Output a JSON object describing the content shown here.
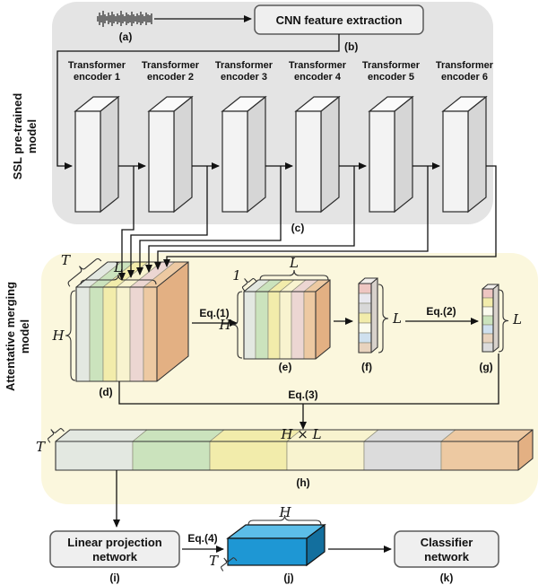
{
  "colors": {
    "ssl_bg": "#e4e4e4",
    "merge_bg": "#fbf7dd",
    "side_dark": "#e3b083",
    "d_layers": [
      "#e3e8e1",
      "#cbe3bd",
      "#f2ecab",
      "#f8f3cf",
      "#ecd6d2",
      "#edc9a2"
    ],
    "h_segments": [
      "#e3e8e1",
      "#cbe3bd",
      "#f2ecab",
      "#f8f3cf",
      "#dcdcdc",
      "#edc9a2"
    ],
    "f_cells": [
      "#eec6c2",
      "#e7e7ee",
      "#d8d8d8",
      "#f2ecab",
      "#fbfbee",
      "#cfe0ee",
      "#e8d3be"
    ],
    "g_cells": [
      "#eec6c2",
      "#f2ecab",
      "#fbfbee",
      "#cbe3bd",
      "#cfe0ee",
      "#e8d3be",
      "#dcdcdc"
    ],
    "j_front": "#1e97d4",
    "j_top": "#5cbde8",
    "j_side": "#136f9e"
  },
  "dims": {
    "T": "T",
    "L": "L",
    "H": "H",
    "one": "1",
    "HxL": "H × L"
  },
  "ssl": {
    "label_line1": "SSL pre-trained",
    "label_line2": "model",
    "a": "(a)",
    "cnn": "CNN feature extraction",
    "b": "(b)",
    "c": "(c)",
    "encoders": [
      {
        "line1": "Transformer",
        "line2": "encoder 1"
      },
      {
        "line1": "Transformer",
        "line2": "encoder 2"
      },
      {
        "line1": "Transformer",
        "line2": "encoder 3"
      },
      {
        "line1": "Transformer",
        "line2": "encoder 4"
      },
      {
        "line1": "Transformer",
        "line2": "encoder 5"
      },
      {
        "line1": "Transformer",
        "line2": "encoder 6"
      }
    ]
  },
  "merge": {
    "label_line1": "Attentative merging",
    "label_line2": "model",
    "eq1": "Eq.(1)",
    "eq2": "Eq.(2)",
    "eq3": "Eq.(3)",
    "d": "(d)",
    "e": "(e)",
    "f": "(f)",
    "g": "(g)",
    "h": "(h)"
  },
  "bottom": {
    "linear_line1": "Linear projection",
    "linear_line2": "network",
    "i": "(i)",
    "eq4": "Eq.(4)",
    "j": "(j)",
    "classifier_line1": "Classifier",
    "classifier_line2": "network",
    "k": "(k)"
  }
}
